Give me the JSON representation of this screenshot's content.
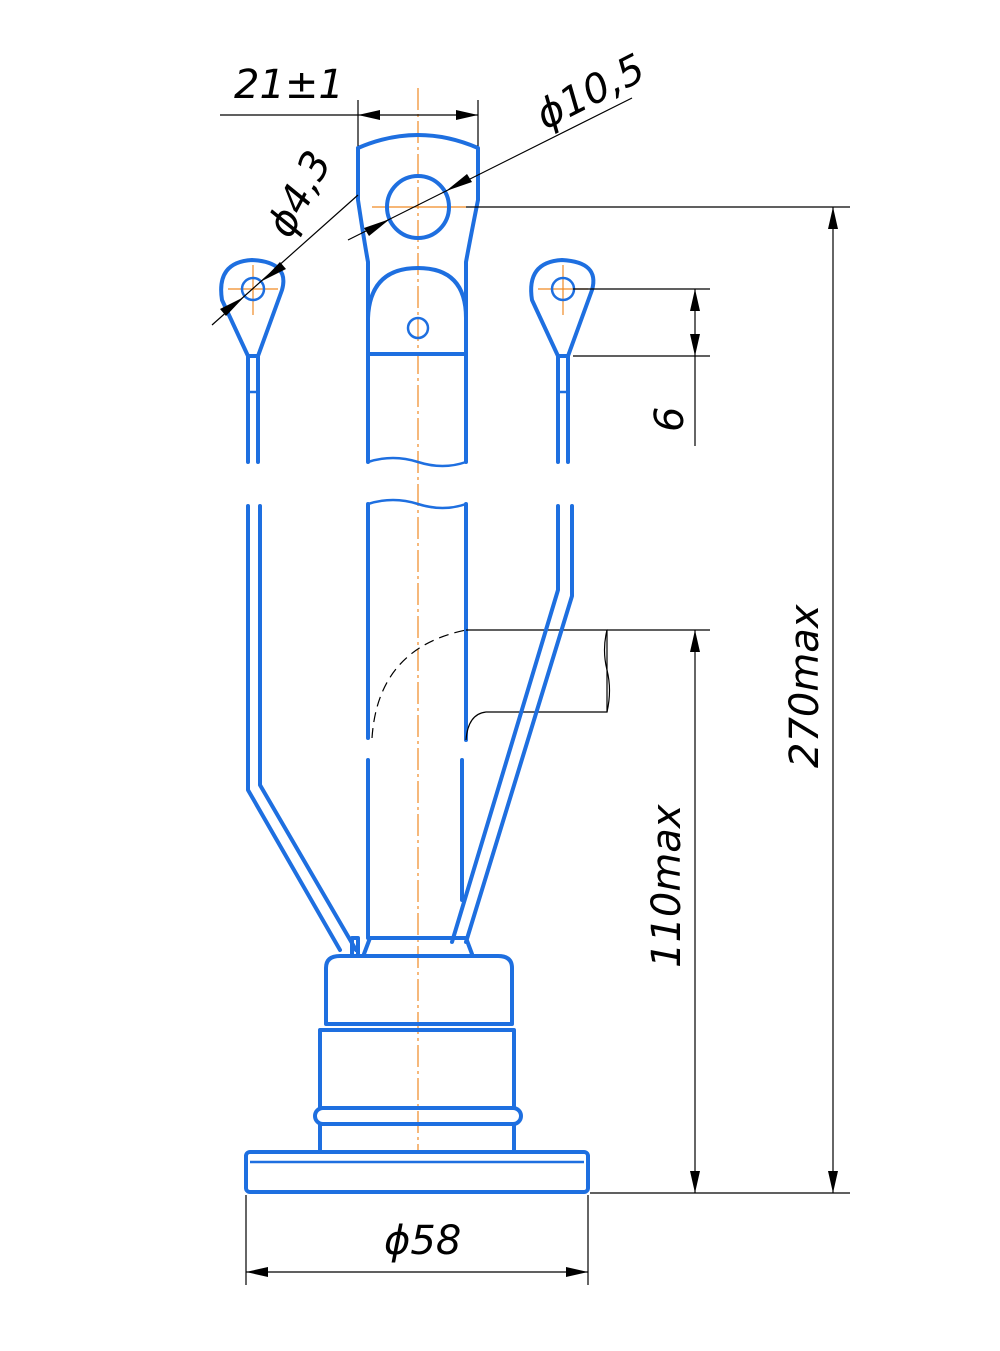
{
  "colors": {
    "part_outline": "#1e6fe0",
    "center_line": "#f08a24",
    "dimension_line": "#000000"
  },
  "dimensions": {
    "lug_width": "21±1",
    "lug_hole_diameter": "ϕ10,5",
    "terminal_hole_diameter": "ϕ4,3",
    "terminal_offset": "6",
    "lead_height": "110max",
    "overall_height": "270max",
    "base_diameter": "ϕ58"
  }
}
